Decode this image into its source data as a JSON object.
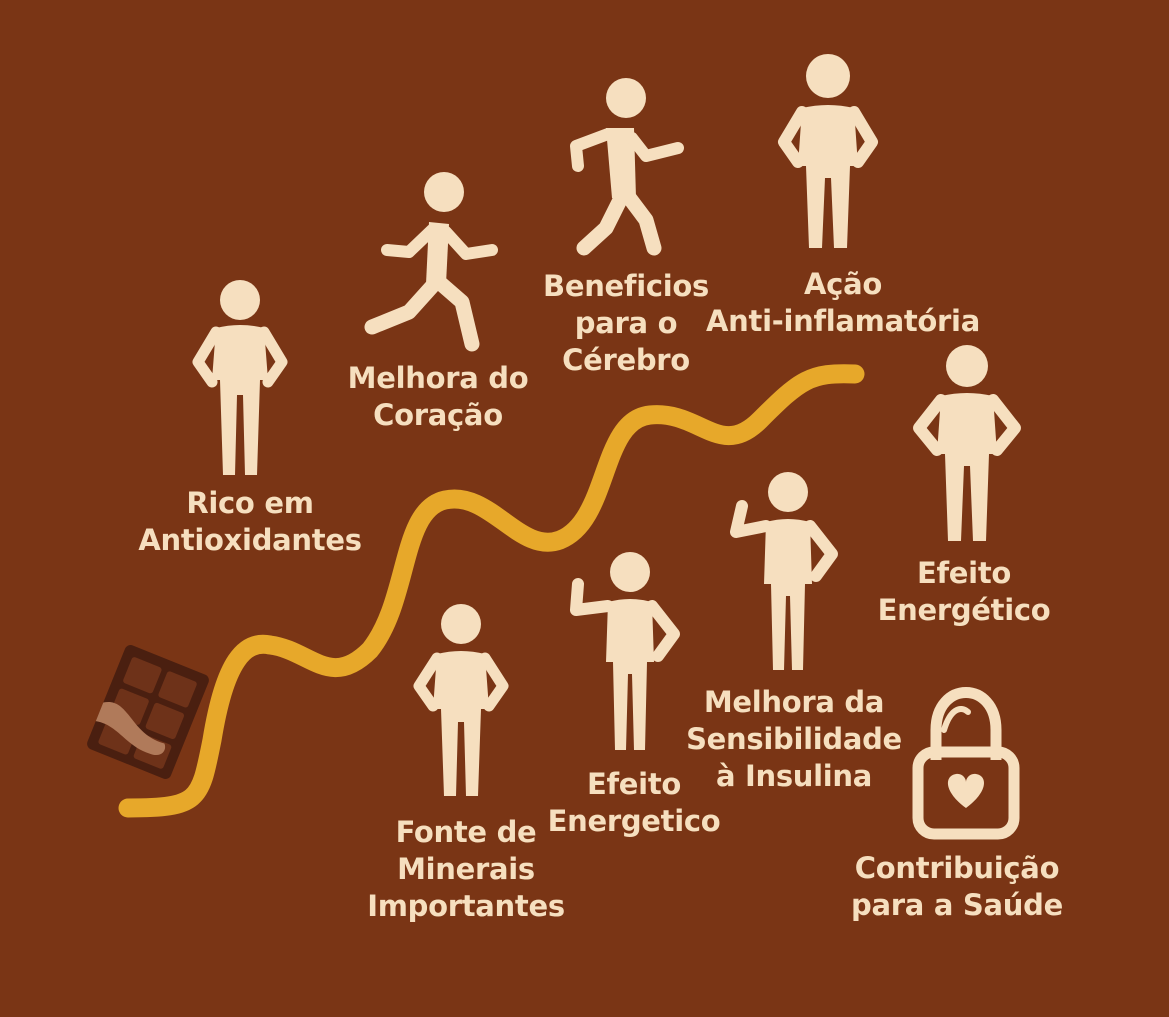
{
  "colors": {
    "background": "#7a3515",
    "figure": "#f6dfbf",
    "path": "#e7a82a",
    "chocolate": "#4a1f10"
  },
  "icons": {
    "start": "chocolate-bar-icon",
    "figures": "person-icon",
    "end": "padlock-heart-icon"
  },
  "benefits": [
    {
      "label": "Rico em\nAntioxidantes",
      "pose": "standing"
    },
    {
      "label": "Melhora do\nCoração",
      "pose": "running"
    },
    {
      "label": "Beneficios\npara o\nCérebro",
      "pose": "walking"
    },
    {
      "label": "Ação\nAnti-inflamatória",
      "pose": "standing"
    },
    {
      "label": "Efeito\nEnergético",
      "pose": "standing"
    },
    {
      "label": "Fonte de\nMinerais\nImportantes",
      "pose": "standing"
    },
    {
      "label": "Efeito\nEnergetico",
      "pose": "flexing"
    },
    {
      "label": "Melhora da\nSensibilidade\nà Insulina",
      "pose": "flexing"
    },
    {
      "label": "Contribuição\npara a Saúde",
      "pose": "padlock-heart"
    }
  ]
}
